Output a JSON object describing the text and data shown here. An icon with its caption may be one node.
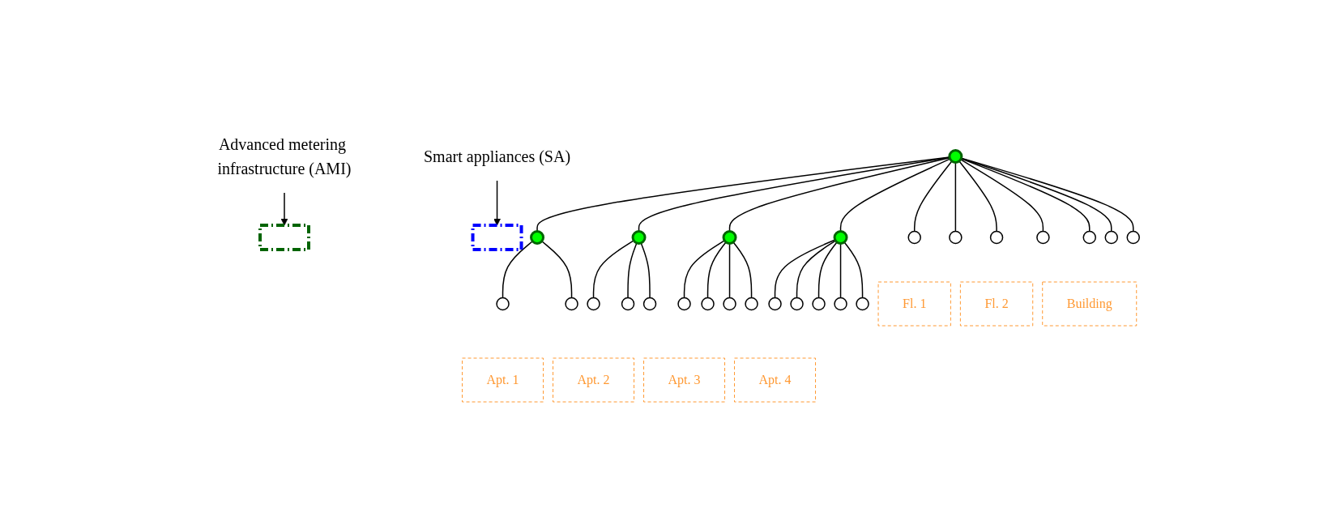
{
  "diagram": {
    "nodes": [
      {
        "text": [],
        "shape": "box"
      },
      {
        "text": [
          "Advanced metering infrastructure (AMI)"
        ]
      },
      {
        "text": [],
        "shape": "circle"
      },
      {
        "text": [
          "Apt. 1"
        ]
      },
      {
        "text": [
          "Apt. 2"
        ]
      },
      {
        "text": [
          "Apt. 3"
        ]
      },
      {
        "text": [
          "Apt. 4"
        ]
      },
      {
        "text": [
          "Fl. 1"
        ]
      },
      {
        "text": [
          "Fl. 2"
        ]
      },
      {
        "text": [
          "Building"
        ]
      },
      {
        "text": [],
        "shape": "circle"
      },
      {
        "text": [],
        "shape": "circle"
      },
      {
        "text": [],
        "shape": "circle"
      },
      {
        "text": [],
        "shape": "circle"
      },
      {
        "text": [],
        "shape": "box"
      },
      {
        "text": [],
        "shape": "circle"
      },
      {
        "text": [],
        "shape": "circle"
      },
      {
        "text": [],
        "shape": "circle"
      },
      {
        "text": [],
        "shape": "circle"
      },
      {
        "text": [],
        "shape": "circle"
      },
      {
        "text": [],
        "shape": "circle"
      },
      {
        "text": [],
        "shape": "circle"
      },
      {
        "text": [],
        "shape": "circle"
      },
      {
        "text": [],
        "shape": "circle"
      },
      {
        "text": [],
        "shape": "circle"
      },
      {
        "text": [],
        "shape": "circle"
      },
      {
        "text": [],
        "shape": "circle"
      },
      {
        "text": [],
        "shape": "circle"
      },
      {
        "text": [],
        "shape": "circle"
      },
      {
        "text": [],
        "shape": "circle"
      },
      {
        "text": [],
        "shape": "circle"
      },
      {
        "text": [],
        "shape": "circle"
      },
      {
        "text": [],
        "shape": "circle"
      },
      {
        "text": [],
        "shape": "circle"
      },
      {
        "text": [],
        "shape": "circle"
      },
      {
        "text": [],
        "shape": "circle"
      },
      {
        "text": [
          "Smart appliances (SA)"
        ]
      }
    ],
    "edges": [
      {
        "from": 1,
        "to": 0,
        "arrow": "to"
      },
      {
        "from": 2,
        "to": 10,
        "arrow": "none"
      },
      {
        "from": 2,
        "to": 11,
        "arrow": "none"
      },
      {
        "from": 2,
        "to": 12,
        "arrow": "none"
      },
      {
        "from": 2,
        "to": 13,
        "arrow": "none"
      },
      {
        "from": 2,
        "to": 29,
        "arrow": "none"
      },
      {
        "from": 2,
        "to": 30,
        "arrow": "none"
      },
      {
        "from": 2,
        "to": 31,
        "arrow": "none"
      },
      {
        "from": 2,
        "to": 32,
        "arrow": "none"
      },
      {
        "from": 2,
        "to": 33,
        "arrow": "none"
      },
      {
        "from": 2,
        "to": 34,
        "arrow": "none"
      },
      {
        "from": 2,
        "to": 35,
        "arrow": "none"
      },
      {
        "from": 10,
        "to": 15,
        "arrow": "none"
      },
      {
        "from": 10,
        "to": 16,
        "arrow": "none"
      },
      {
        "from": 11,
        "to": 17,
        "arrow": "none"
      },
      {
        "from": 11,
        "to": 18,
        "arrow": "none"
      },
      {
        "from": 11,
        "to": 19,
        "arrow": "none"
      },
      {
        "from": 12,
        "to": 20,
        "arrow": "none"
      },
      {
        "from": 12,
        "to": 21,
        "arrow": "none"
      },
      {
        "from": 12,
        "to": 22,
        "arrow": "none"
      },
      {
        "from": 12,
        "to": 23,
        "arrow": "none"
      },
      {
        "from": 13,
        "to": 24,
        "arrow": "none"
      },
      {
        "from": 13,
        "to": 25,
        "arrow": "none"
      },
      {
        "from": 13,
        "to": 26,
        "arrow": "none"
      },
      {
        "from": 13,
        "to": 27,
        "arrow": "none"
      },
      {
        "from": 13,
        "to": 28,
        "arrow": "none"
      },
      {
        "from": 36,
        "to": 14,
        "arrow": "to"
      }
    ]
  }
}
